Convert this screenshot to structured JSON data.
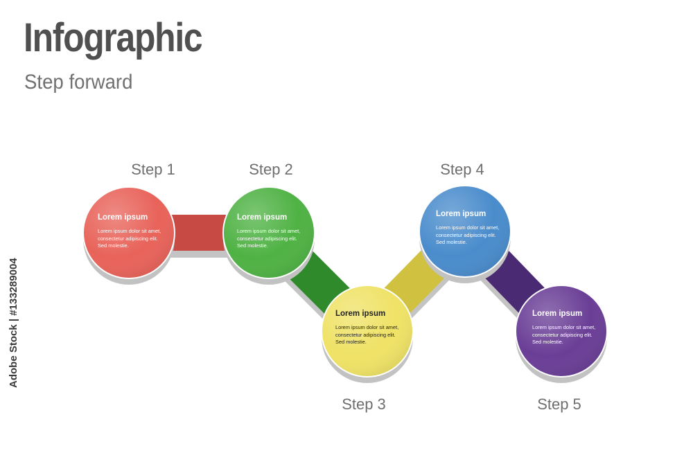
{
  "header": {
    "title": "Infographic",
    "subtitle": "Step forward"
  },
  "steps": [
    {
      "label": "Step 1",
      "heading": "Lorem ipsum",
      "body": "Lorem ipsum dolor sit amet,\nconsectetur adipiscing elit.\nSed molestie.",
      "color": "#e8635a"
    },
    {
      "label": "Step 2",
      "heading": "Lorem ipsum",
      "body": "Lorem ipsum dolor sit amet,\nconsectetur adipiscing elit.\nSed molestie.",
      "color": "#4fb244"
    },
    {
      "label": "Step 3",
      "heading": "Lorem ipsum",
      "body": "Lorem ipsum dolor sit amet,\nconsectetur adipiscing elit.\nSed molestie.",
      "color": "#efe266"
    },
    {
      "label": "Step 4",
      "heading": "Lorem ipsum",
      "body": "Lorem ipsum dolor sit amet,\nconsectetur adipiscing elit.\nSed molestie.",
      "color": "#4a8ccc"
    },
    {
      "label": "Step 5",
      "heading": "Lorem ipsum",
      "body": "Lorem ipsum dolor sit amet,\nconsectetur adipiscing elit.\nSed molestie.",
      "color": "#6a3e96"
    }
  ],
  "connectors": [
    {
      "from": 1,
      "to": 2,
      "color": "#c84a44"
    },
    {
      "from": 2,
      "to": 3,
      "color": "#2f8a2b"
    },
    {
      "from": 3,
      "to": 4,
      "color": "#d0c240"
    },
    {
      "from": 4,
      "to": 5,
      "color": "#4a2a72"
    }
  ],
  "credit": "Adobe Stock | #133289004"
}
